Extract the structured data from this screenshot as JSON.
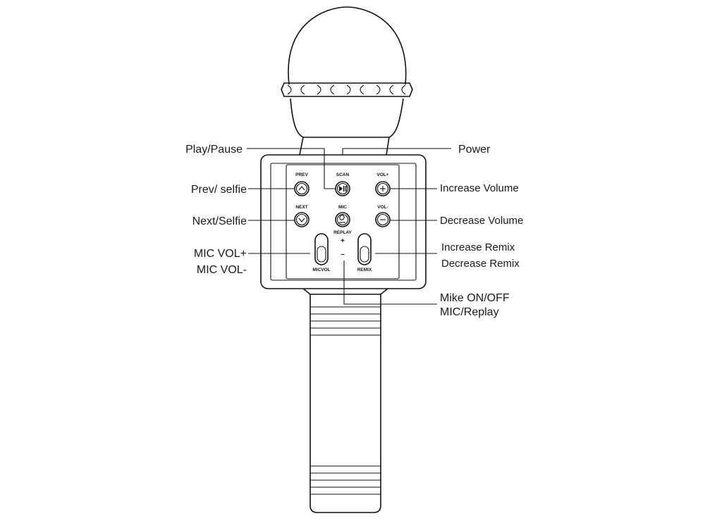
{
  "callouts": {
    "play_pause": "Play/Pause",
    "power": "Power",
    "prev_selfie": "Prev/ selfie",
    "increase_volume": "Increase Volume",
    "next_selfie": "Next/Selfie",
    "decrease_volume": "Decrease Volume",
    "mic_vol_plus": "MIC VOL+",
    "mic_vol_minus": "MIC VOL-",
    "increase_remix": "Increase Remix",
    "decrease_remix": "Decrease Remix",
    "mike_on_off": "Mike ON/OFF",
    "mic_replay": "MIC/Replay"
  },
  "panel_labels": {
    "prev": "PREV",
    "scan": "SCAN",
    "vol_plus": "VOL+",
    "next": "NEXT",
    "mic": "MIC",
    "vol_minus": "VOL-",
    "replay": "REPLAY",
    "plus": "+",
    "minus": "–",
    "micvol": "MICVOL",
    "remix": "REMIX"
  }
}
